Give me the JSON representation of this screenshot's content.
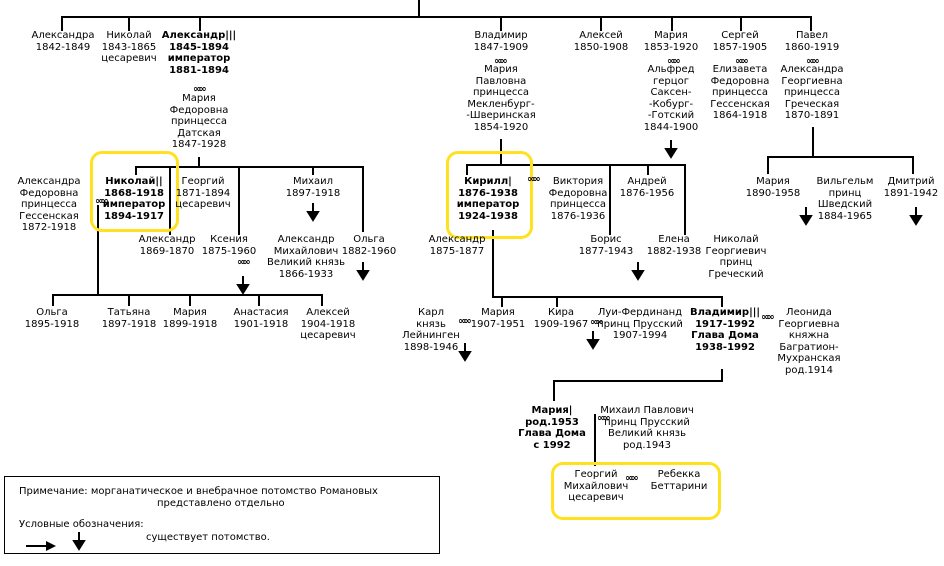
{
  "people": [
    {
      "id": "aleksandra_1842",
      "lines": [
        {
          "t": "Александра"
        },
        {
          "t": "1842-1849"
        }
      ]
    },
    {
      "id": "nikolai_1843",
      "lines": [
        {
          "t": "Николай"
        },
        {
          "t": "1843-1865"
        },
        {
          "t": "цесаревич"
        }
      ]
    },
    {
      "id": "aleksandr3",
      "lines": [
        {
          "t": "Александр|||",
          "b": true
        },
        {
          "t": "1845-1894",
          "b": true
        },
        {
          "t": "император",
          "b": true
        },
        {
          "t": "1881-1894",
          "b": true
        }
      ]
    },
    {
      "id": "mariya_fed",
      "lines": [
        {
          "t": "Мария"
        },
        {
          "t": "Федоровна"
        },
        {
          "t": "принцесса"
        },
        {
          "t": "Датская"
        },
        {
          "t": "1847-1928"
        }
      ]
    },
    {
      "id": "vladimir_1847",
      "lines": [
        {
          "t": "Владимир"
        },
        {
          "t": "1847-1909"
        }
      ]
    },
    {
      "id": "mariya_pavl",
      "lines": [
        {
          "t": "Мария"
        },
        {
          "t": "Павловна"
        },
        {
          "t": "принцесса"
        },
        {
          "t": "Мекленбург-"
        },
        {
          "t": "-Шверинская"
        },
        {
          "t": "1854-1920"
        }
      ]
    },
    {
      "id": "aleksei_1850",
      "lines": [
        {
          "t": "Алексей"
        },
        {
          "t": "1850-1908"
        }
      ]
    },
    {
      "id": "mariya_1853",
      "lines": [
        {
          "t": "Мария"
        },
        {
          "t": "1853-1920"
        }
      ]
    },
    {
      "id": "alfred",
      "lines": [
        {
          "t": "Альфред"
        },
        {
          "t": "герцог"
        },
        {
          "t": "Саксен-"
        },
        {
          "t": "-Кобург-"
        },
        {
          "t": "-Готский"
        },
        {
          "t": "1844-1900"
        }
      ]
    },
    {
      "id": "sergei",
      "lines": [
        {
          "t": "Сергей"
        },
        {
          "t": "1857-1905"
        }
      ]
    },
    {
      "id": "elizaveta",
      "lines": [
        {
          "t": "Елизавета"
        },
        {
          "t": "Федоровна"
        },
        {
          "t": "принцесса"
        },
        {
          "t": "Гессенская"
        },
        {
          "t": "1864-1918"
        }
      ]
    },
    {
      "id": "pavel",
      "lines": [
        {
          "t": "Павел"
        },
        {
          "t": "1860-1919"
        }
      ]
    },
    {
      "id": "aleksandra_greek",
      "lines": [
        {
          "t": "Александра"
        },
        {
          "t": "Георгиевна"
        },
        {
          "t": "принцесса"
        },
        {
          "t": "Греческая"
        },
        {
          "t": "1870-1891"
        }
      ]
    },
    {
      "id": "aleksandra_fed",
      "lines": [
        {
          "t": "Александра"
        },
        {
          "t": "Федоровна"
        },
        {
          "t": "принцесса"
        },
        {
          "t": "Гессенская"
        },
        {
          "t": "1872-1918"
        }
      ]
    },
    {
      "id": "nikolai2",
      "lines": [
        {
          "t": "Николай||",
          "b": true
        },
        {
          "t": "1868-1918",
          "b": true
        },
        {
          "t": "император",
          "b": true
        },
        {
          "t": "1894-1917",
          "b": true
        }
      ]
    },
    {
      "id": "georgii_1871",
      "lines": [
        {
          "t": "Георгий"
        },
        {
          "t": "1871-1894"
        },
        {
          "t": "цесаревич"
        }
      ]
    },
    {
      "id": "mikhail_1897",
      "lines": [
        {
          "t": "Михаил"
        },
        {
          "t": "1897-1918"
        }
      ]
    },
    {
      "id": "aleksandr_1869",
      "lines": [
        {
          "t": "Александр"
        },
        {
          "t": "1869-1870"
        }
      ]
    },
    {
      "id": "kseniya",
      "lines": [
        {
          "t": "Ксения"
        },
        {
          "t": "1875-1960"
        }
      ]
    },
    {
      "id": "aleksandr_mikh",
      "lines": [
        {
          "t": "Александр"
        },
        {
          "t": "Михайлович"
        },
        {
          "t": "Великий князь"
        },
        {
          "t": "1866-1933"
        }
      ]
    },
    {
      "id": "olga_1882",
      "lines": [
        {
          "t": "Ольга"
        },
        {
          "t": "1882-1960"
        }
      ]
    },
    {
      "id": "kirill",
      "lines": [
        {
          "t": "Кирилл|",
          "b": true
        },
        {
          "t": "1876-1938",
          "b": true
        },
        {
          "t": "император",
          "b": true
        },
        {
          "t": "1924-1938",
          "b": true
        }
      ]
    },
    {
      "id": "viktoriya",
      "lines": [
        {
          "t": "Виктория"
        },
        {
          "t": "Федоровна"
        },
        {
          "t": "принцесса"
        },
        {
          "t": "1876-1936"
        }
      ]
    },
    {
      "id": "andrei",
      "lines": [
        {
          "t": "Андрей"
        },
        {
          "t": "1876-1956"
        }
      ]
    },
    {
      "id": "aleksandr_1875",
      "lines": [
        {
          "t": "Александр"
        },
        {
          "t": "1875-1877"
        }
      ]
    },
    {
      "id": "boris",
      "lines": [
        {
          "t": "Борис"
        },
        {
          "t": "1877-1943"
        }
      ]
    },
    {
      "id": "elena",
      "lines": [
        {
          "t": "Елена"
        },
        {
          "t": "1882-1938"
        }
      ]
    },
    {
      "id": "nikolai_greek",
      "lines": [
        {
          "t": "Николай"
        },
        {
          "t": "Георгиевич"
        },
        {
          "t": "принц"
        },
        {
          "t": "Греческий"
        }
      ]
    },
    {
      "id": "mariya_1890",
      "lines": [
        {
          "t": "Мария"
        },
        {
          "t": "1890-1958"
        }
      ]
    },
    {
      "id": "vilgelm",
      "lines": [
        {
          "t": "Вильгельм"
        },
        {
          "t": "принц"
        },
        {
          "t": "Шведский"
        },
        {
          "t": "1884-1965"
        }
      ]
    },
    {
      "id": "dmitrii",
      "lines": [
        {
          "t": "Дмитрий"
        },
        {
          "t": "1891-1942"
        }
      ]
    },
    {
      "id": "olga_1895",
      "lines": [
        {
          "t": "Ольга"
        },
        {
          "t": "1895-1918"
        }
      ]
    },
    {
      "id": "tatyana",
      "lines": [
        {
          "t": "Татьяна"
        },
        {
          "t": "1897-1918"
        }
      ]
    },
    {
      "id": "mariya_1899",
      "lines": [
        {
          "t": "Мария"
        },
        {
          "t": "1899-1918"
        }
      ]
    },
    {
      "id": "anastasiya",
      "lines": [
        {
          "t": "Анастасия"
        },
        {
          "t": "1901-1918"
        }
      ]
    },
    {
      "id": "aleksei_1904",
      "lines": [
        {
          "t": "Алексей"
        },
        {
          "t": "1904-1918"
        },
        {
          "t": "цесаревич"
        }
      ]
    },
    {
      "id": "karl",
      "lines": [
        {
          "t": "Карл"
        },
        {
          "t": "князь"
        },
        {
          "t": "Лейнинген"
        },
        {
          "t": "1898-1946"
        }
      ]
    },
    {
      "id": "mariya_1907",
      "lines": [
        {
          "t": "Мария"
        },
        {
          "t": "1907-1951"
        }
      ]
    },
    {
      "id": "kira",
      "lines": [
        {
          "t": "Кира"
        },
        {
          "t": "1909-1967"
        }
      ]
    },
    {
      "id": "lui_ferdinand",
      "lines": [
        {
          "t": "Луи-Фердинанд"
        },
        {
          "t": "принц Прусский"
        },
        {
          "t": "1907-1994"
        }
      ]
    },
    {
      "id": "vladimir3",
      "lines": [
        {
          "t": "Владимир|||",
          "b": true
        },
        {
          "t": "1917-1992",
          "b": true
        },
        {
          "t": "Глава Дома",
          "b": true
        },
        {
          "t": "1938-1992",
          "b": true
        }
      ]
    },
    {
      "id": "leonida",
      "lines": [
        {
          "t": "Леонида"
        },
        {
          "t": "Георгиевна"
        },
        {
          "t": "княжна"
        },
        {
          "t": "Багратион-"
        },
        {
          "t": "Мухранская"
        },
        {
          "t": "род.1914"
        }
      ]
    },
    {
      "id": "mariya_1953",
      "lines": [
        {
          "t": "Мария|",
          "b": true
        },
        {
          "t": "род.1953",
          "b": true
        },
        {
          "t": "Глава Дома",
          "b": true
        },
        {
          "t": "с 1992",
          "b": true
        }
      ]
    },
    {
      "id": "mikhail_pavl",
      "lines": [
        {
          "t": "Михаил Павлович"
        },
        {
          "t": "принц Прусский"
        },
        {
          "t": "Великий князь"
        },
        {
          "t": "род.1943"
        }
      ]
    },
    {
      "id": "georgii_mikh",
      "lines": [
        {
          "t": "Георгий"
        },
        {
          "t": "Михайлович"
        },
        {
          "t": "цесаревич"
        }
      ]
    },
    {
      "id": "rebekka",
      "lines": [
        {
          "t": "Ребекка"
        },
        {
          "t": "Беттарини"
        }
      ]
    }
  ],
  "marriage_symbol": "∞",
  "note": {
    "remark": "Примечание: морганатическое и внебрачное потомство Романовых",
    "remark_2": "представлено отдельно",
    "legend_title": "Условные обозначения:",
    "legend_text": "существует потомство."
  }
}
